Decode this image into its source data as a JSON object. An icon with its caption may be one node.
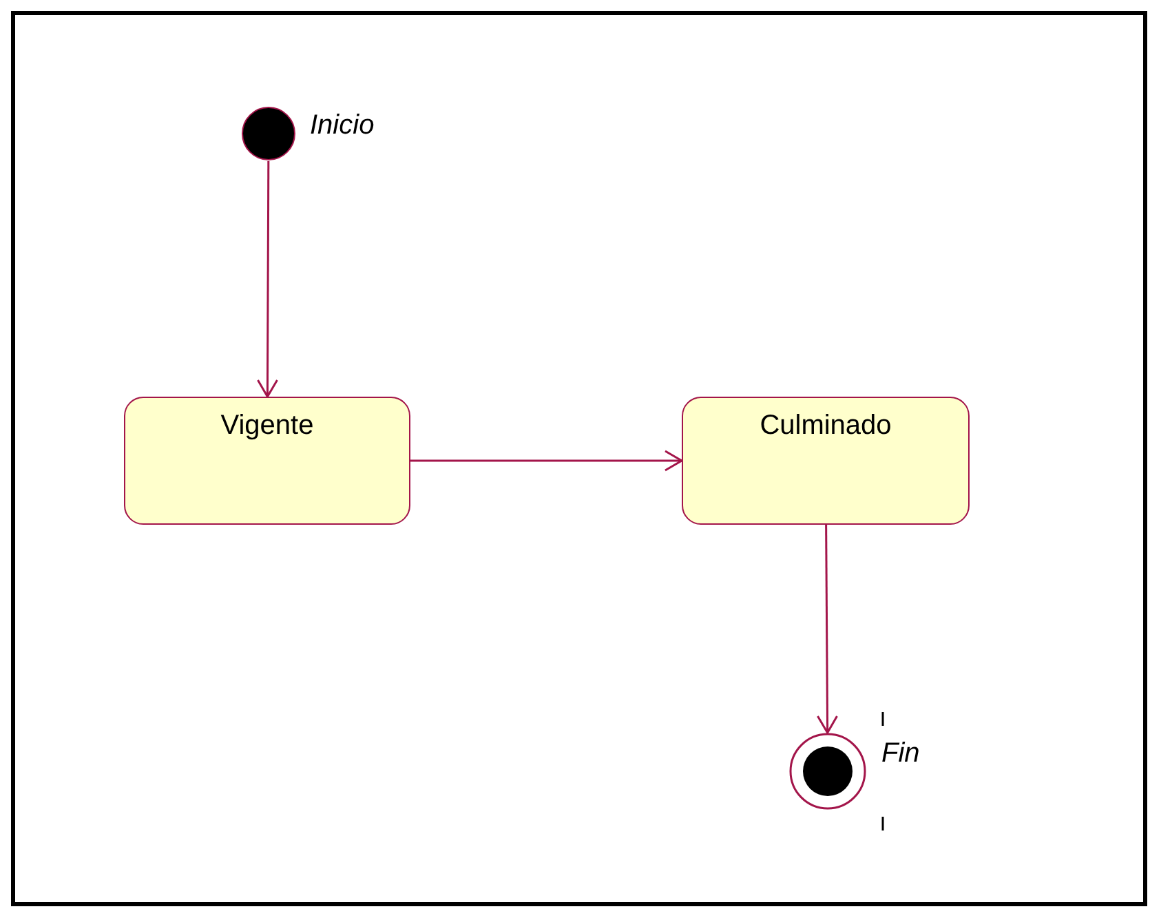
{
  "diagram": {
    "nodes": [
      {
        "text": [],
        "shape": "circle",
        "beside": [
          "Inicio"
        ]
      },
      {
        "text": [
          "Vigente"
        ]
      },
      {
        "text": [
          "Culminado"
        ]
      },
      {
        "text": [],
        "shape": "circle",
        "beside": [
          "Fin"
        ]
      }
    ],
    "edges": [
      {
        "from": 0,
        "to": 1,
        "arrow": "to"
      },
      {
        "from": 1,
        "to": 2,
        "arrow": "to"
      },
      {
        "from": 2,
        "to": 3,
        "arrow": "to"
      }
    ]
  }
}
